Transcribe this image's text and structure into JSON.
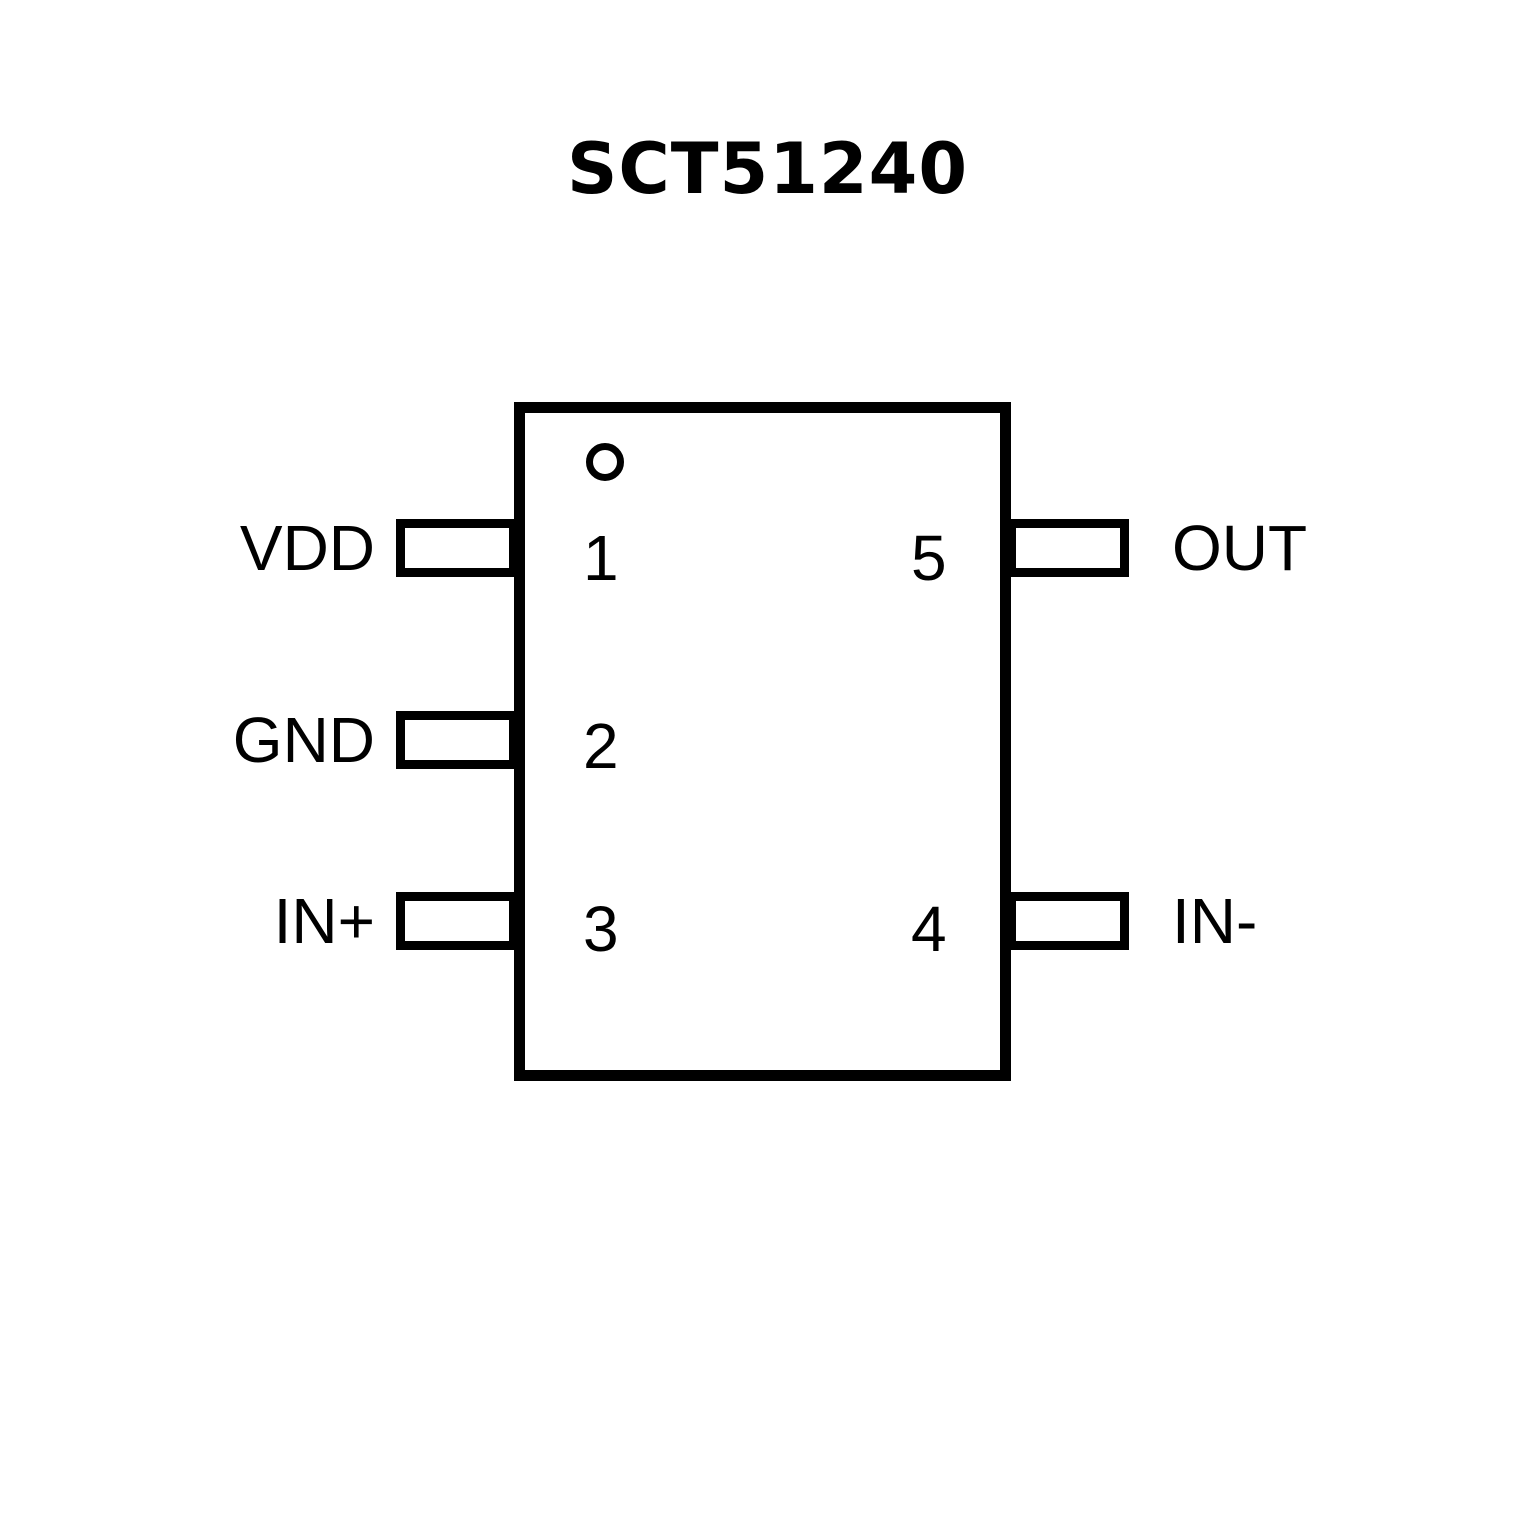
{
  "title": "SCT51240",
  "pins": {
    "left": [
      {
        "number": "1",
        "label": "VDD"
      },
      {
        "number": "2",
        "label": "GND"
      },
      {
        "number": "3",
        "label": "IN+"
      }
    ],
    "right": [
      {
        "number": "5",
        "label": "OUT"
      },
      {
        "number": "4",
        "label": "IN-"
      }
    ]
  }
}
